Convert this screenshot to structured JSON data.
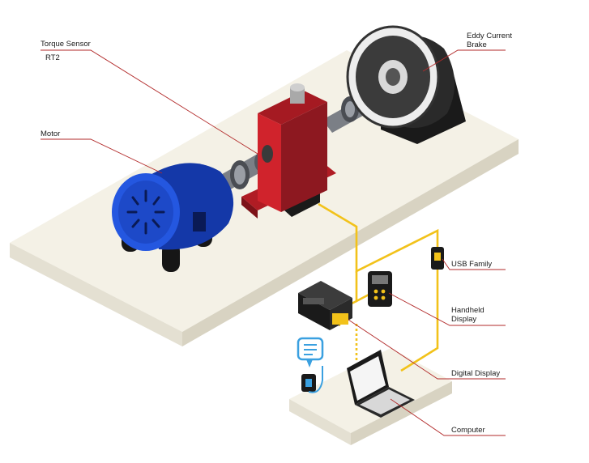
{
  "labels": {
    "torque_sensor": "Torque Sensor",
    "torque_model": "RT2",
    "eddy_line1": "Eddy Current",
    "eddy_line2": "Brake",
    "motor": "Motor",
    "usb_family": "USB Family",
    "handheld_line1": "Handheld",
    "handheld_line2": "Display",
    "digital_display": "Digital Display",
    "computer": "Computer"
  },
  "colors": {
    "leader_line": "#b22a2a",
    "signal_cable": "#f2c21a",
    "motor_blue": "#1e4fd6",
    "sensor_red": "#c8202a",
    "platform": "#f2efe4",
    "speech_bubble": "#3aa0e0"
  },
  "icons": [
    "motor",
    "torque-sensor",
    "eddy-current-brake",
    "usb-device",
    "handheld-display",
    "digital-display",
    "laptop-computer",
    "usb-plug",
    "chat-bubble-icon"
  ]
}
